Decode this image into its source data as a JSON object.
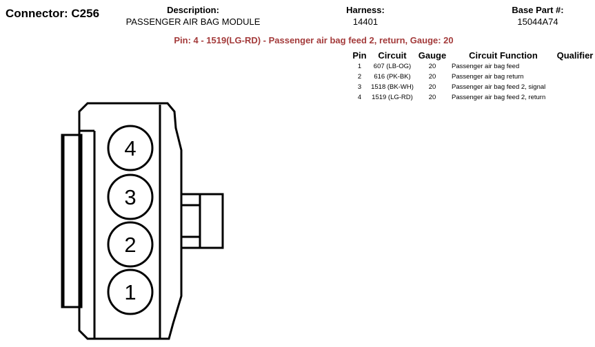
{
  "connector": {
    "title": "Connector: C256",
    "description_label": "Description:",
    "description_value": "PASSENGER AIR BAG MODULE",
    "harness_label": "Harness:",
    "harness_value": "14401",
    "base_part_label": "Base Part #:",
    "base_part_value": "15044A74"
  },
  "selected_pin": "Pin: 4 - 1519(LG-RD) - Passenger air bag feed 2, return, Gauge: 20",
  "table": {
    "headers": {
      "pin": "Pin",
      "circuit": "Circuit",
      "gauge": "Gauge",
      "function": "Circuit Function",
      "qualifier": "Qualifier"
    },
    "rows": [
      {
        "pin": "1",
        "circuit": "607 (LB-OG)",
        "gauge": "20",
        "function": "Passenger air bag feed",
        "qualifier": ""
      },
      {
        "pin": "2",
        "circuit": "616 (PK-BK)",
        "gauge": "20",
        "function": "Passenger air bag return",
        "qualifier": ""
      },
      {
        "pin": "3",
        "circuit": "1518 (BK-WH)",
        "gauge": "20",
        "function": "Passenger air bag feed 2, signal",
        "qualifier": ""
      },
      {
        "pin": "4",
        "circuit": "1519 (LG-RD)",
        "gauge": "20",
        "function": "Passenger air bag feed 2, return",
        "qualifier": ""
      }
    ]
  },
  "diagram": {
    "pins": [
      "4",
      "3",
      "2",
      "1"
    ]
  },
  "colors": {
    "highlight": "#a33a3a",
    "line": "#000000",
    "background": "#ffffff"
  }
}
